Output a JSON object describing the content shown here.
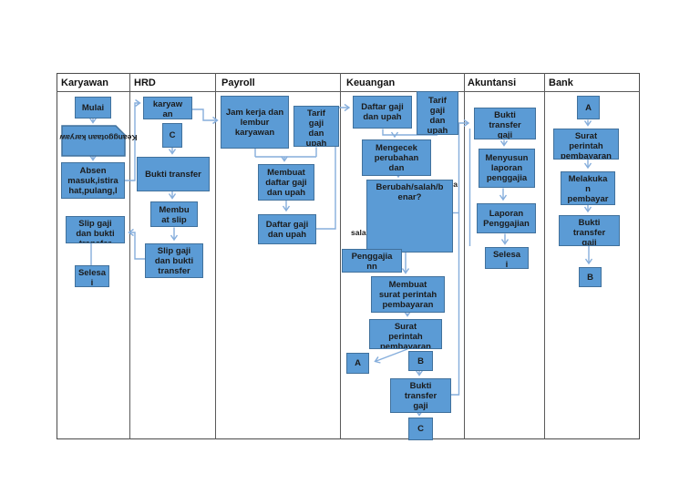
{
  "lanes": [
    {
      "label": "Karyawan"
    },
    {
      "label": "HRD"
    },
    {
      "label": "Payroll"
    },
    {
      "label": "Keuangan"
    },
    {
      "label": "Akuntansi"
    },
    {
      "label": "Bank"
    }
  ],
  "nodes": {
    "mulai": {
      "text": "Mulai"
    },
    "keanggotaan": {
      "text": "Keanggotaan karyaw"
    },
    "absen": {
      "text": "Absen\nmasuk,istira\nhat,pulang,l"
    },
    "slip_karyawan": {
      "text": "Slip gaji\ndan bukti\ntransfer"
    },
    "selesai_karyawan": {
      "text": "Selesa\ni"
    },
    "karyawan_hrd": {
      "text": "karyaw\nan"
    },
    "c_hrd": {
      "text": "C"
    },
    "bukti_transfer_hrd": {
      "text": "Bukti transfer"
    },
    "membuat_slip": {
      "text": "Membu\nat slip"
    },
    "slip_hrd": {
      "text": "Slip gaji\ndan bukti\ntransfer"
    },
    "jam_kerja": {
      "text": "Jam kerja dan\nlembur\nkaryawan"
    },
    "tarif_payroll": {
      "text": "Tarif\ngaji\ndan\nupah"
    },
    "membuat_daftar": {
      "text": "Membuat\ndaftar gaji\ndan upah"
    },
    "daftar_payroll": {
      "text": "Daftar gaji\ndan upah"
    },
    "daftar_keuangan": {
      "text": "Daftar gaji\ndan upah"
    },
    "tarif_keuangan": {
      "text": "Tarif\ngaji\ndan\nupah"
    },
    "mengecek": {
      "text": "Mengecek\nperubahan\ndan"
    },
    "berubah_decision": {
      "text": "Berubah/salah/b\nenar?"
    },
    "penggajian": {
      "text": "Penggajia\nnn"
    },
    "membuat_surat": {
      "text": "Membuat\nsurat perintah\npembayaran"
    },
    "surat_perintah_keuangan": {
      "text": "Surat\nperintah\npembayaran"
    },
    "a_keuangan": {
      "text": "A"
    },
    "b_keuangan": {
      "text": "B"
    },
    "bukti_transfer_keuangan": {
      "text": "Bukti\ntransfer\ngaji"
    },
    "c_keuangan": {
      "text": "C"
    },
    "bukti_transfer_akuntansi": {
      "text": "Bukti\ntransfer\ngaji"
    },
    "menyusun_laporan": {
      "text": "Menyusun\nlaporan\npenggajia"
    },
    "laporan_penggajian": {
      "text": "Laporan\nPenggajian"
    },
    "selesai_akuntansi": {
      "text": "Selesa\ni"
    },
    "a_bank": {
      "text": "A"
    },
    "surat_perintah_bank": {
      "text": "Surat\nperintah\npembayaran"
    },
    "melakukan_pembayaran": {
      "text": "Melakuka\nn\npembayar"
    },
    "bukti_transfer_bank": {
      "text": "Bukti\ntransfer\ngaji"
    },
    "b_bank": {
      "text": "B"
    }
  },
  "branch_labels": {
    "salah": "sala",
    "berubah": "ba"
  },
  "colors": {
    "node_fill": "#5B9BD5",
    "node_border": "#41719C",
    "connector": "#86AEDC",
    "grid_line": "#5a5a5a"
  }
}
